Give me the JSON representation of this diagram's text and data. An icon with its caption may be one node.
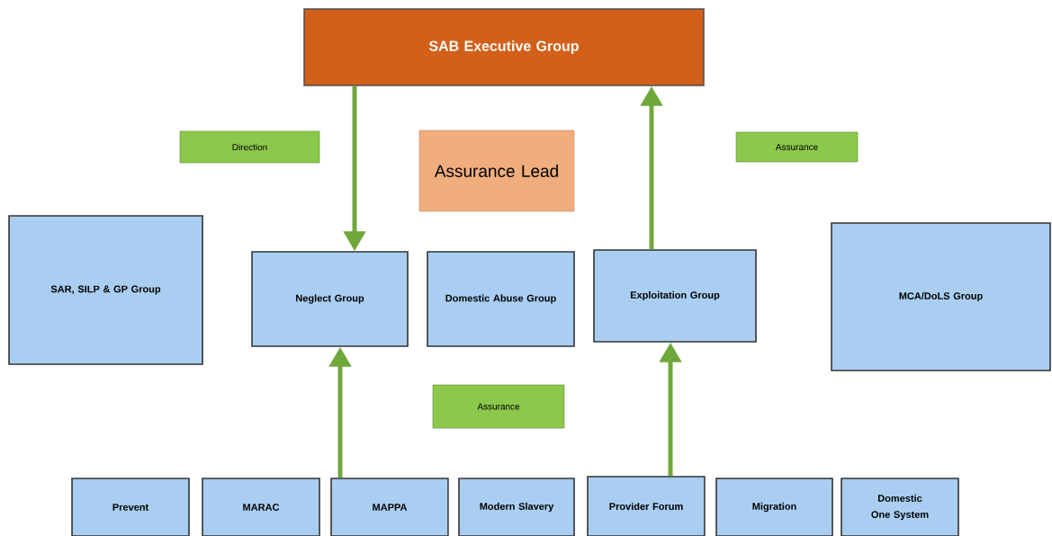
{
  "diagram": {
    "nodes": [
      {
        "text": [
          "SAB Executive Group"
        ]
      },
      {
        "text": [
          "Direction"
        ]
      },
      {
        "text": [
          "Assurance Lead"
        ]
      },
      {
        "text": [
          "Assurance"
        ]
      },
      {
        "text": [
          "SAR, SILP & GP Group"
        ]
      },
      {
        "text": [
          "Neglect Group"
        ]
      },
      {
        "text": [
          "Domestic Abuse Group"
        ]
      },
      {
        "text": [
          "Exploitation Group"
        ]
      },
      {
        "text": [
          "MCA/DoLS Group"
        ]
      },
      {
        "text": [
          "Assurance"
        ]
      },
      {
        "text": [
          "Prevent"
        ]
      },
      {
        "text": [
          "MARAC"
        ]
      },
      {
        "text": [
          "MAPPA"
        ]
      },
      {
        "text": [
          "Modern Slavery"
        ]
      },
      {
        "text": [
          "Provider Forum"
        ]
      },
      {
        "text": [
          "Migration"
        ]
      },
      {
        "text": [
          "Domestic One System"
        ]
      }
    ],
    "edges": [
      {
        "from": 0,
        "to": 5,
        "arrow": "to"
      },
      {
        "from": 7,
        "to": 0,
        "arrow": "to"
      },
      {
        "from": 12,
        "to": 5,
        "arrow": "to"
      },
      {
        "from": 14,
        "to": 7,
        "arrow": "to"
      }
    ]
  }
}
